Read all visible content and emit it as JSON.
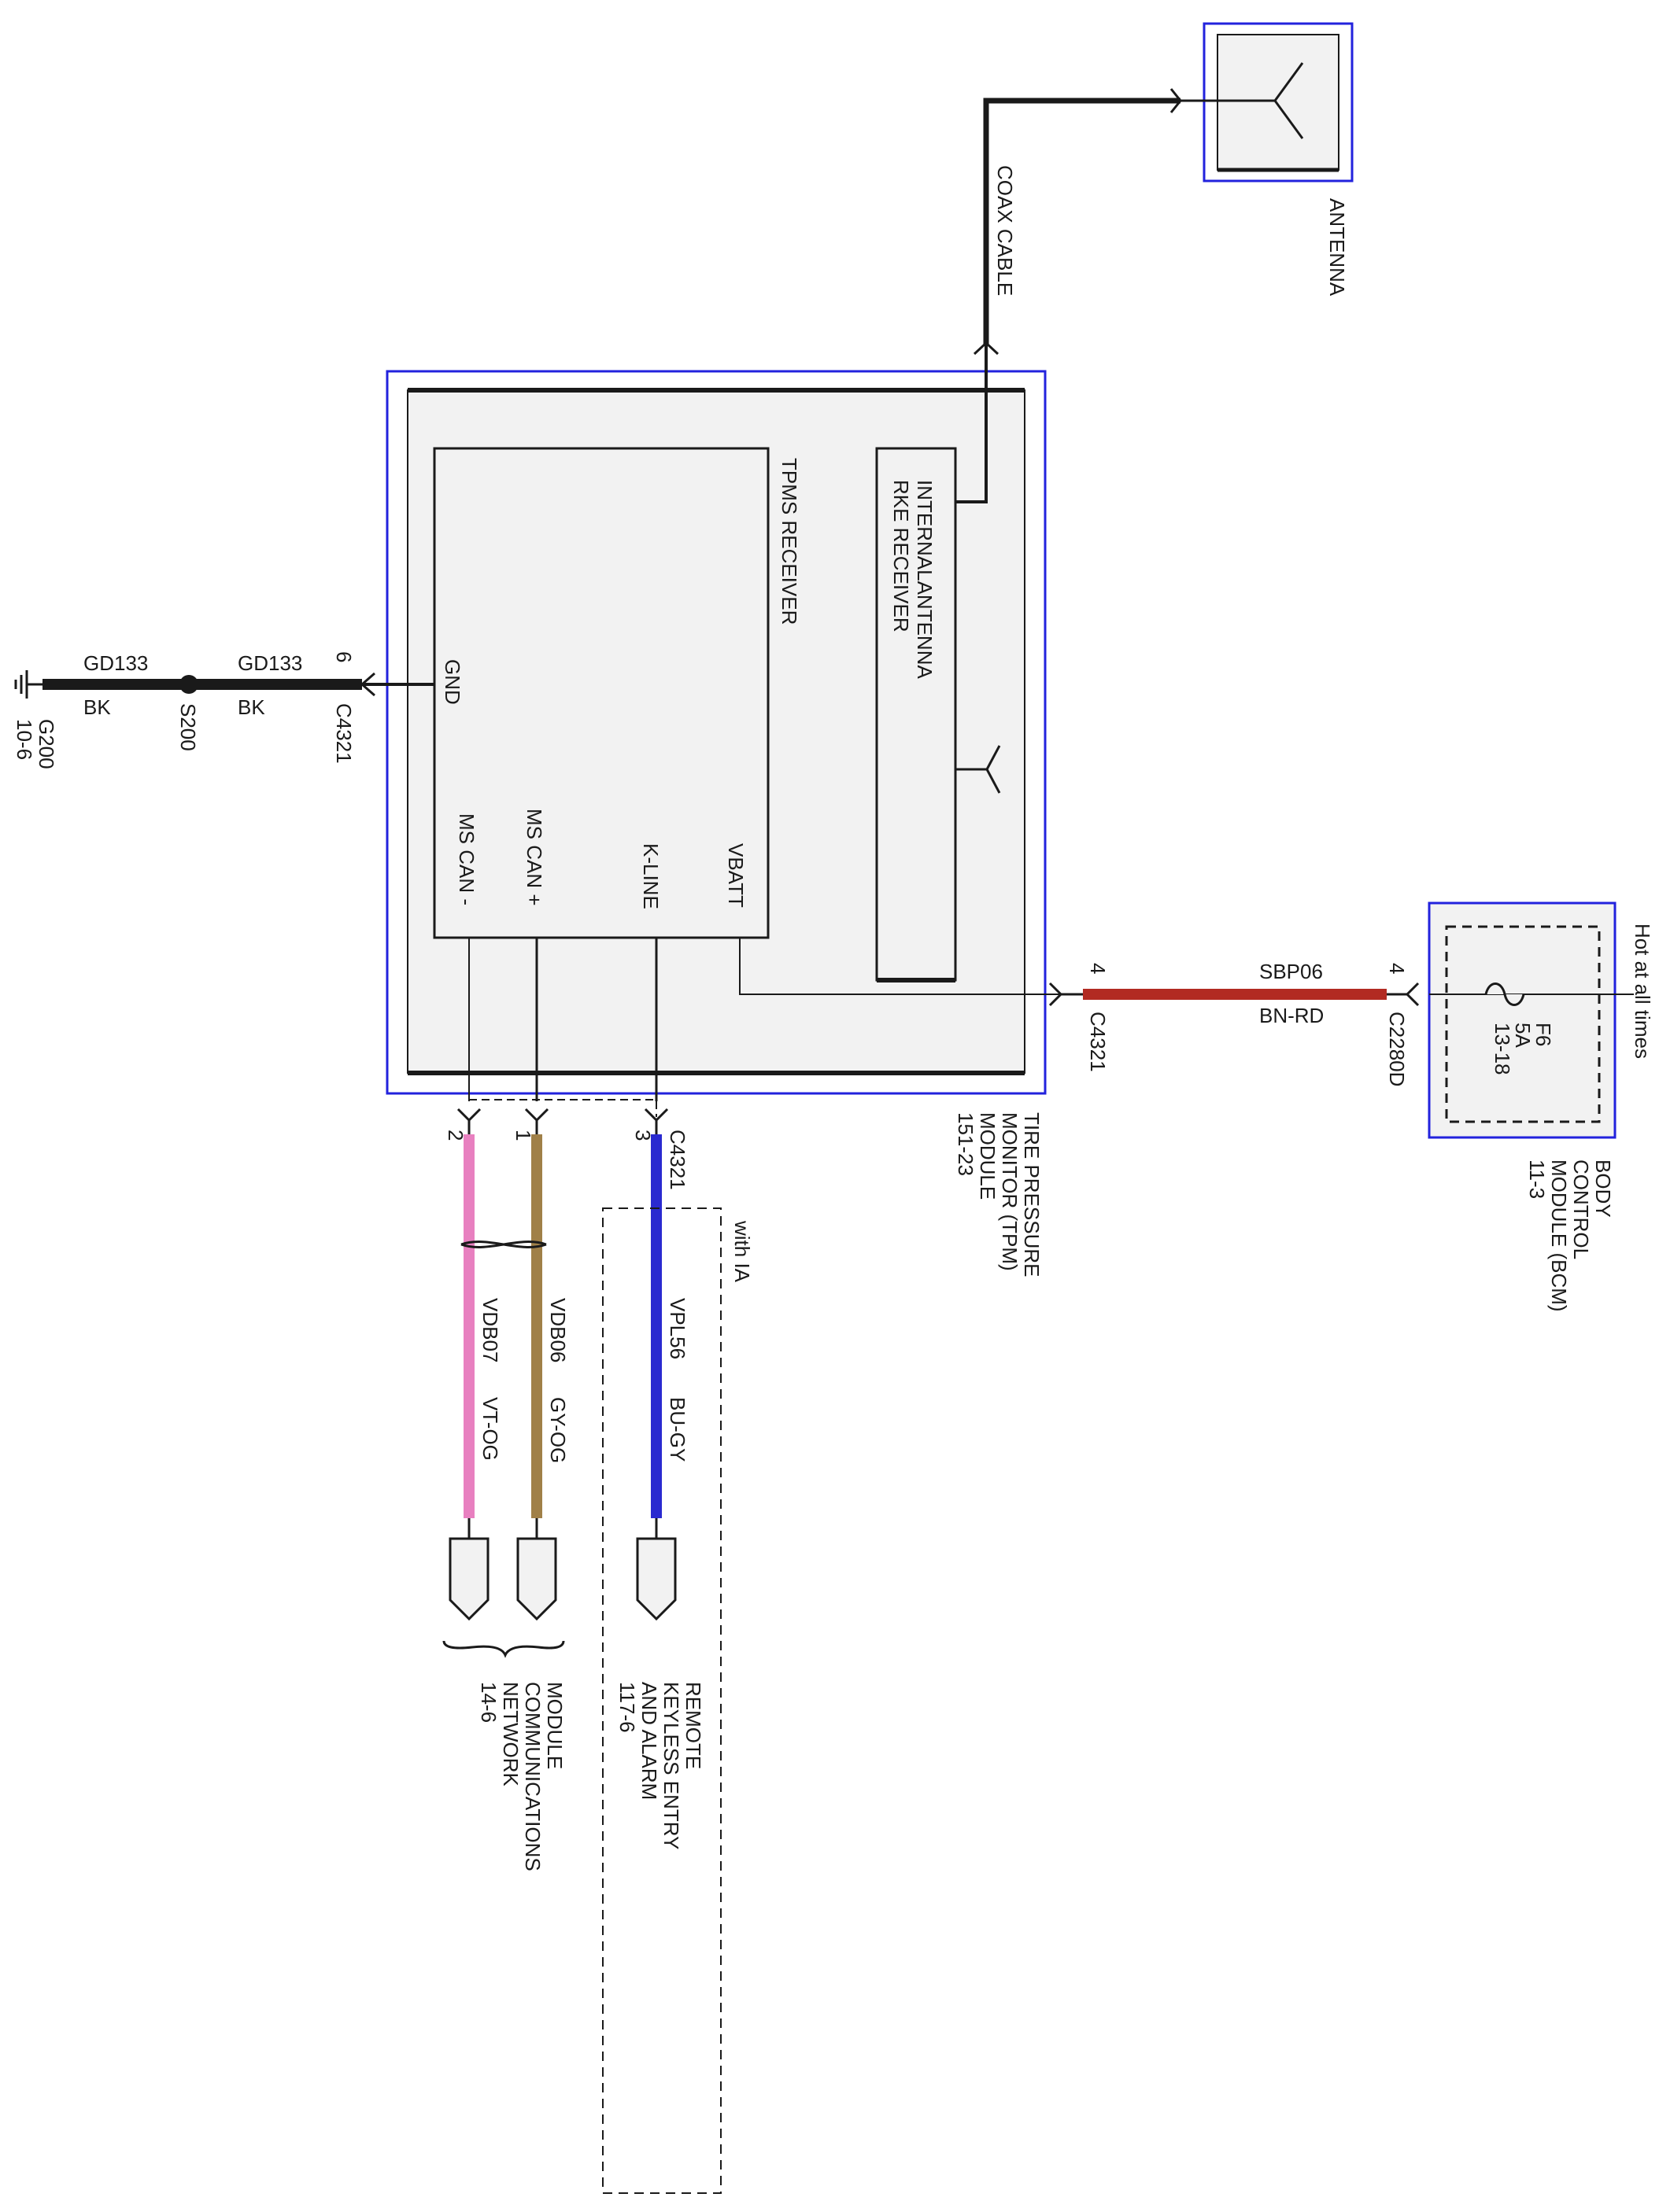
{
  "modules": {
    "antenna": {
      "label": "ANTENNA"
    },
    "tpm": {
      "title_lines": [
        "TIRE PRESSURE",
        "MONITOR (TPM)",
        "MODULE",
        "151-23"
      ],
      "tpms_receiver": {
        "label": "TPMS RECEIVER",
        "pins": {
          "gnd": "GND",
          "ms_can_minus": "MS CAN -",
          "ms_can_plus": "MS CAN +",
          "k_line": "K-LINE",
          "vbatt": "VBATT"
        }
      },
      "rke_receiver": {
        "label_line1": "INTERNALANTENNA",
        "label_line2": "RKE RECEIVER"
      }
    },
    "bcm": {
      "title_lines": [
        "BODY",
        "CONTROL",
        "MODULE (BCM)",
        "11-3"
      ],
      "fuse_lines": [
        "F6",
        "5A",
        "13-18"
      ],
      "hot_label": "Hot at all times"
    }
  },
  "cables": {
    "coax_label": "COAX CABLE"
  },
  "ground_circuit": {
    "pin": "6",
    "connector": "C4321",
    "wire_segment_1": {
      "circuit": "GD133",
      "color": "BK"
    },
    "splice": "S200",
    "wire_segment_2": {
      "circuit": "GD133",
      "color": "BK"
    },
    "ground": {
      "name": "G200",
      "page": "10-6"
    }
  },
  "power_circuit": {
    "tpm_pin": "4",
    "tpm_connector": "C4321",
    "circuit": "SBP06",
    "color": "BN-RD",
    "bcm_pin": "4",
    "bcm_connector": "C2280D",
    "wire_hex": "#b22a22"
  },
  "bottom_wires": {
    "connector": "C4321",
    "option_label": "with IA",
    "k_line": {
      "pin": "3",
      "circuit": "VPL56",
      "color": "BU-GY",
      "wire_hex": "#2a2ad0"
    },
    "can_plus": {
      "pin": "1",
      "circuit": "VDB06",
      "color": "GY-OG",
      "wire_hex": "#a08048"
    },
    "can_minus": {
      "pin": "2",
      "circuit": "VDB07",
      "color": "VT-OG",
      "wire_hex": "#e880c0"
    }
  },
  "destinations": {
    "rke": {
      "lines": [
        "REMOTE",
        "KEYLESS ENTRY",
        "AND ALARM",
        "117-6"
      ]
    },
    "network": {
      "lines": [
        "MODULE",
        "COMMUNICATIONS",
        "NETWORK",
        "14-6"
      ]
    }
  },
  "colors": {
    "module_border": "#2222dd",
    "module_fill": "#f2f2f2",
    "line": "#1a1a1a"
  }
}
